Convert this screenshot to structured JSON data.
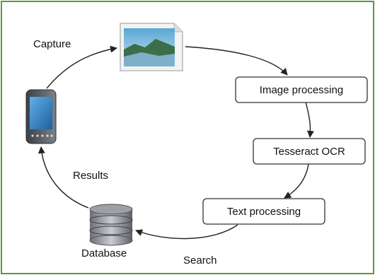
{
  "labels": {
    "capture": "Capture",
    "results": "Results",
    "database": "Database",
    "search": "Search"
  },
  "boxes": {
    "image_processing": "Image processing",
    "tesseract_ocr": "Tesseract OCR",
    "text_processing": "Text processing"
  },
  "icons": {
    "image": "image-file-icon",
    "phone": "smartphone-icon",
    "database": "database-icon"
  },
  "colors": {
    "frame_border": "#5a9a3c",
    "arrow": "#222222",
    "box_border": "#333333"
  }
}
